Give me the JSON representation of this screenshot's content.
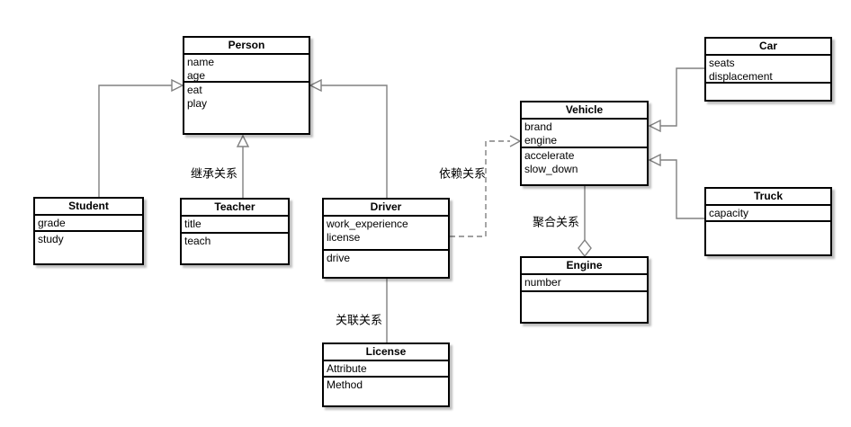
{
  "classes": {
    "person": {
      "name": "Person",
      "attributes": [
        "name",
        "age"
      ],
      "methods": [
        "eat",
        "play"
      ]
    },
    "student": {
      "name": "Student",
      "attributes": [
        "grade"
      ],
      "methods": [
        "study"
      ]
    },
    "teacher": {
      "name": "Teacher",
      "attributes": [
        "title"
      ],
      "methods": [
        "teach"
      ]
    },
    "driver": {
      "name": "Driver",
      "attributes": [
        "work_experience",
        "license"
      ],
      "methods": [
        "drive"
      ]
    },
    "license": {
      "name": "License",
      "attributes": [
        "Attribute"
      ],
      "methods": [
        "Method"
      ]
    },
    "vehicle": {
      "name": "Vehicle",
      "attributes": [
        "brand",
        "engine"
      ],
      "methods": [
        "accelerate",
        "slow_down"
      ]
    },
    "engine": {
      "name": "Engine",
      "attributes": [
        "number"
      ],
      "methods": []
    },
    "car": {
      "name": "Car",
      "attributes": [
        "seats",
        "displacement"
      ],
      "methods": []
    },
    "truck": {
      "name": "Truck",
      "attributes": [
        "capacity"
      ],
      "methods": []
    }
  },
  "edge_labels": {
    "inheritance": "继承关系",
    "dependency": "依赖关系",
    "association": "关联关系",
    "aggregation": "聚合关系"
  },
  "connections": [
    {
      "from": "Student",
      "to": "Person",
      "type": "inheritance"
    },
    {
      "from": "Teacher",
      "to": "Person",
      "type": "inheritance",
      "label": "继承关系"
    },
    {
      "from": "Driver",
      "to": "Person",
      "type": "inheritance"
    },
    {
      "from": "Driver",
      "to": "License",
      "type": "association",
      "label": "关联关系"
    },
    {
      "from": "Driver",
      "to": "Vehicle",
      "type": "dependency",
      "label": "依赖关系"
    },
    {
      "from": "Vehicle",
      "to": "Engine",
      "type": "aggregation",
      "label": "聚合关系"
    },
    {
      "from": "Car",
      "to": "Vehicle",
      "type": "inheritance"
    },
    {
      "from": "Truck",
      "to": "Vehicle",
      "type": "inheritance"
    }
  ],
  "colors": {
    "edge": "#808080",
    "border": "#000000",
    "background": "#ffffff"
  }
}
